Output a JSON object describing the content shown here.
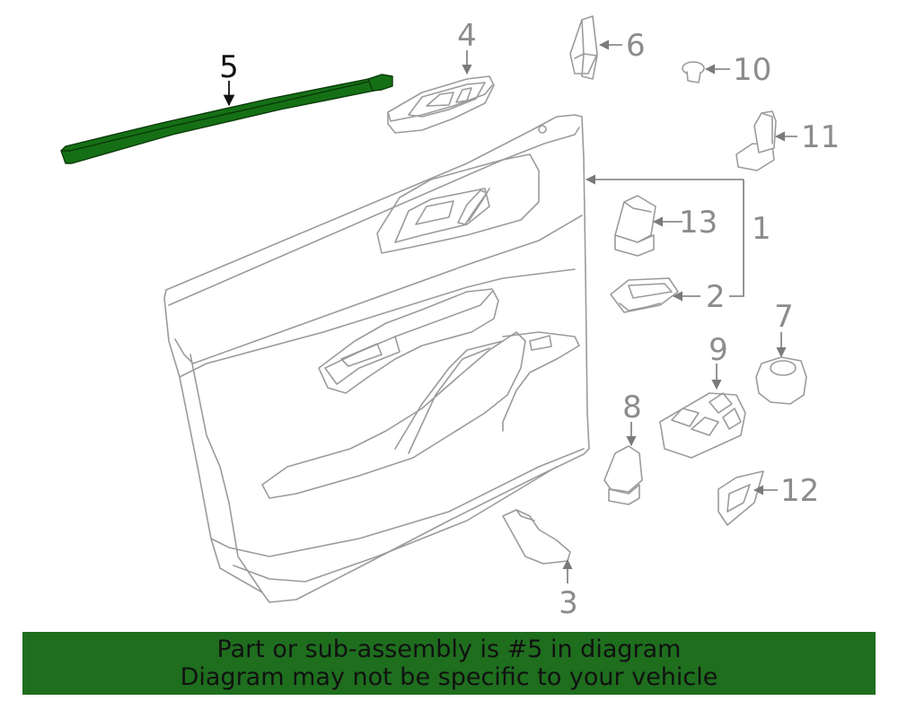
{
  "diagram": {
    "callouts": {
      "c1": "1",
      "c2": "2",
      "c3": "3",
      "c4": "4",
      "c5": "5",
      "c6": "6",
      "c7": "7",
      "c8": "8",
      "c9": "9",
      "c10": "10",
      "c11": "11",
      "c12": "12",
      "c13": "13"
    },
    "highlighted_part": "5",
    "colors": {
      "highlight": "#157015",
      "banner": "#1e6e1e",
      "linework": "#9b9b9b"
    }
  },
  "banner": {
    "line1": "Part or sub-assembly is #5 in diagram",
    "line2": "Diagram may not be specific to your vehicle"
  }
}
